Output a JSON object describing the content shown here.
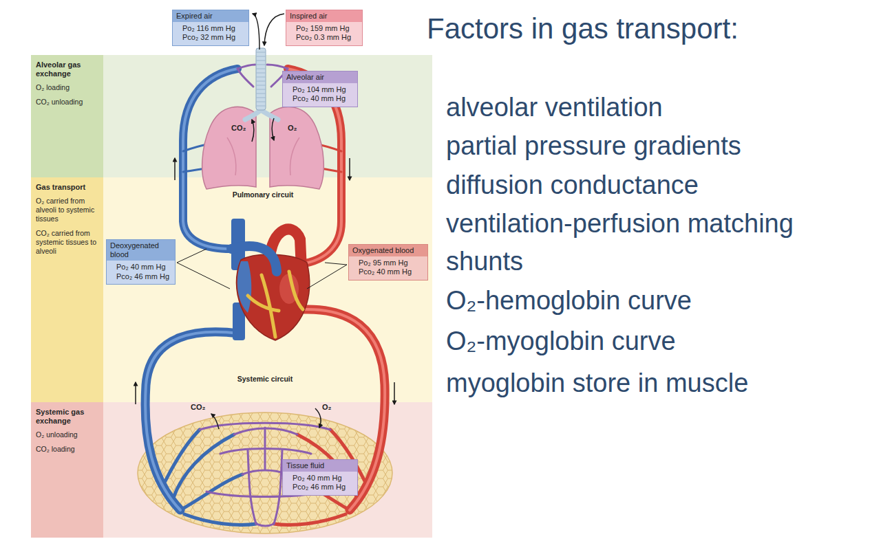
{
  "diagram": {
    "title": "Factors in gas transport:",
    "nodes": [
      {
        "text": [
          "Expired air",
          "Po₂ 116 mm Hg",
          "Pco₂ 32 mm Hg"
        ]
      },
      {
        "text": [
          "Inspired air",
          "Po₂ 159 mm Hg",
          "Pco₂ 0.3 mm Hg"
        ]
      },
      {
        "text": [
          "Alveolar gas exchange",
          "O₂ loading",
          "CO₂ unloading"
        ]
      },
      {
        "text": [
          "Alveolar air",
          "Po₂ 104 mm Hg",
          "Pco₂ 40 mm Hg"
        ],
        "in": 2
      },
      {
        "text": [
          "Gas transport",
          "O₂ carried from alveoli to systemic tissues",
          "CO₂ carried from systemic tissues to alveoli"
        ]
      },
      {
        "text": [
          "Deoxygenated blood",
          "Po₂ 40 mm Hg",
          "Pco₂ 46 mm Hg"
        ],
        "in": 4
      },
      {
        "text": [
          "Oxygenated blood",
          "Po₂ 95 mm Hg",
          "Pco₂ 40 mm Hg"
        ],
        "in": 4
      },
      {
        "text": [
          "Systemic gas exchange",
          "O₂ unloading",
          "CO₂ loading"
        ]
      },
      {
        "text": [
          "Tissue fluid",
          "Po₂ 40 mm Hg",
          "Pco₂ 46 mm Hg"
        ],
        "in": 7
      }
    ],
    "labels": [
      "CO₂",
      "O₂",
      "Pulmonary circuit",
      "Systemic circuit",
      "CO₂",
      "O₂",
      "alveolar ventilation",
      "partial pressure gradients",
      "diffusion conductance",
      "ventilation-perfusion matching",
      "shunts",
      "O₂-hemoglobin curve",
      "O₂-myoglobin curve",
      "myoglobin store in muscle"
    ]
  }
}
